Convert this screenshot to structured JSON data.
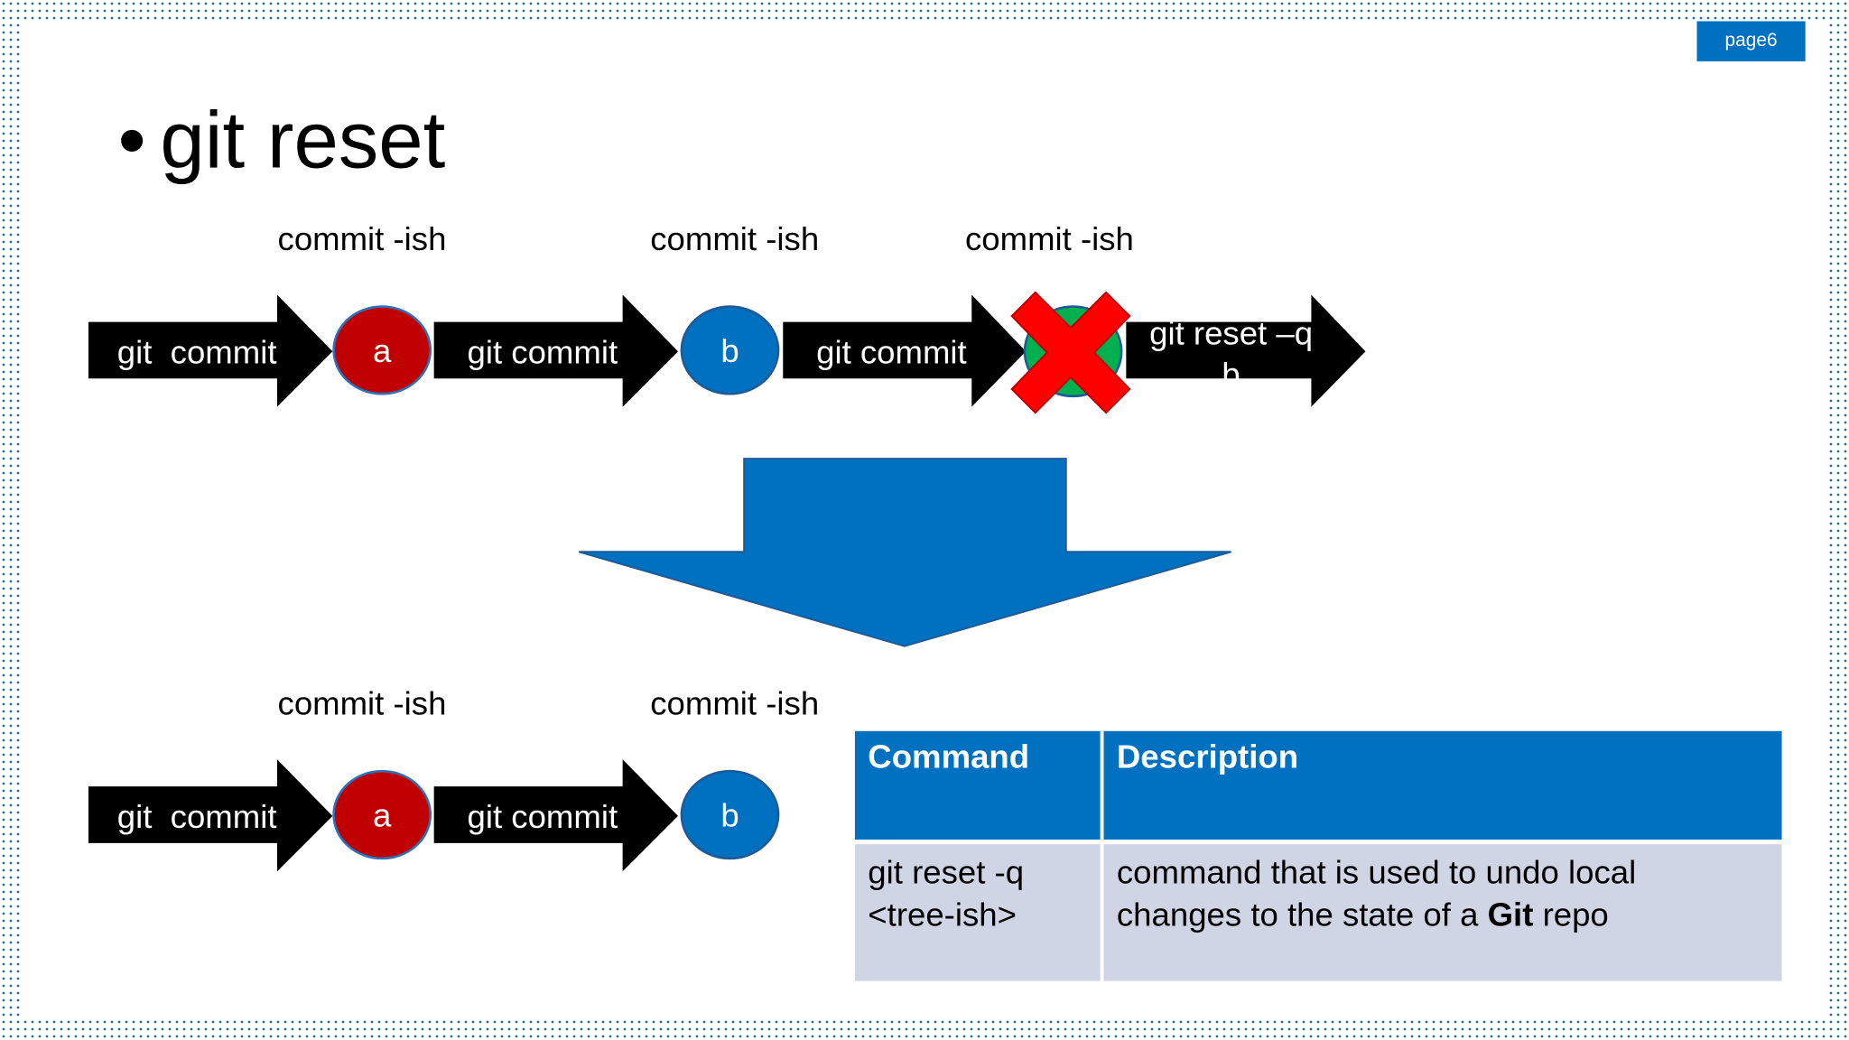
{
  "page_badge": {
    "label": "page",
    "number": "6"
  },
  "title": {
    "bullet": "•",
    "text": "git reset"
  },
  "colors": {
    "accent": "#0070c0",
    "commit_a": "#c00000",
    "commit_b": "#0070c0",
    "removed_commit": "#00b050",
    "cross": "#ff0000",
    "table_row": "#cfd5e5"
  },
  "before": {
    "labels": [
      "commit -ish",
      "commit -ish",
      "commit -ish"
    ],
    "arrows": [
      "git  commit",
      "git commit",
      "git commit"
    ],
    "commits": [
      "a",
      "b"
    ],
    "reset_arrow": {
      "line1": "git reset –q",
      "line2": "b"
    },
    "cross_icon": "x-mark"
  },
  "transition_icon": "down-arrow",
  "after": {
    "labels": [
      "commit -ish",
      "commit -ish"
    ],
    "arrows": [
      "git  commit",
      "git commit"
    ],
    "commits": [
      "a",
      "b"
    ]
  },
  "table": {
    "headers": [
      "Command",
      "Description"
    ],
    "rows": [
      {
        "command_line1": "git reset -q",
        "command_line2": "<tree-ish>",
        "desc_pre": "command that is used to undo local changes to the state of a ",
        "desc_bold": "Git",
        "desc_post": " repo"
      }
    ]
  }
}
